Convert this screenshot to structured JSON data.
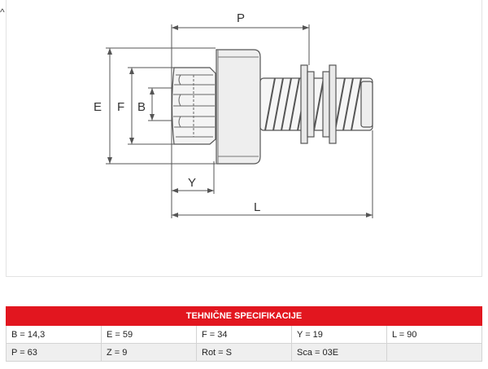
{
  "drawing": {
    "labels": {
      "p": "P",
      "e": "E",
      "f": "F",
      "b": "B",
      "y": "Y",
      "l": "L"
    }
  },
  "cursor_glyph": "^",
  "table": {
    "header": "TEHNIČNE SPECIFIKACIJE",
    "rows": [
      [
        "B = 14,3",
        "E = 59",
        "F = 34",
        "Y = 19",
        "L = 90"
      ],
      [
        "P = 63",
        "Z = 9",
        "Rot = S",
        "Sca = 03E",
        ""
      ]
    ]
  }
}
